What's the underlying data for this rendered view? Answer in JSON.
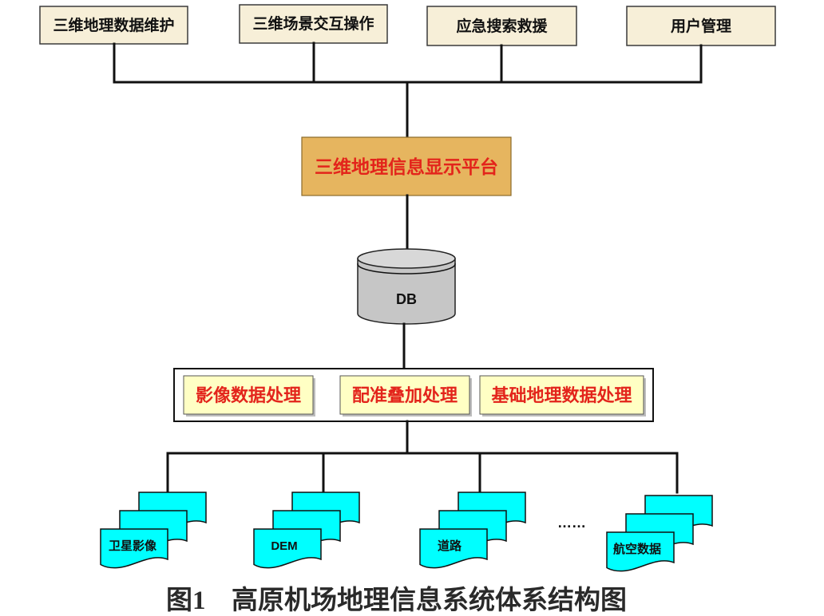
{
  "top_modules": [
    {
      "label": "三维地理数据维护"
    },
    {
      "label": "三维场景交互操作"
    },
    {
      "label": "应急搜索救援"
    },
    {
      "label": "用户管理"
    }
  ],
  "platform": {
    "label": "三维地理信息显示平台"
  },
  "database": {
    "label": "DB"
  },
  "processing_modules": [
    {
      "label": "影像数据处理"
    },
    {
      "label": "配准叠加处理"
    },
    {
      "label": "基础地理数据处理"
    }
  ],
  "data_sources": [
    {
      "label": "卫星影像"
    },
    {
      "label": "DEM"
    },
    {
      "label": "道路"
    },
    {
      "label": "航空数据"
    }
  ],
  "more_sources_marker": "……",
  "caption": {
    "figure_number": "图1",
    "title": "高原机场地理信息系统体系结构图"
  },
  "colors": {
    "module_fill": "#f7efd8",
    "platform_fill": "#e6b55f",
    "highlight_text": "#e3241b",
    "processing_fill": "#ffffc4",
    "database_fill": "#c6c6c6",
    "database_top_fill": "#d8d8d8",
    "data_source_fill": "#00ffff"
  }
}
